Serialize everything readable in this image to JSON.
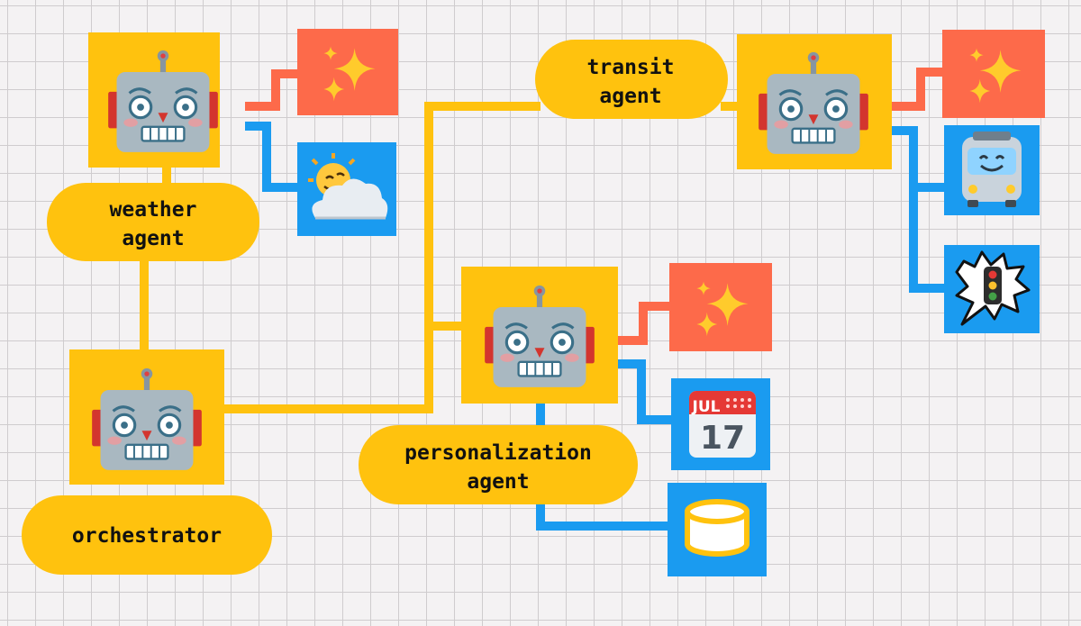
{
  "colors": {
    "agent": "#ffc20e",
    "tool_blue": "#1a9bf0",
    "tool_red": "#fd6a4a",
    "text": "#111111",
    "robot_face": "#a9b8c1",
    "robot_ears": "#d3352e"
  },
  "labels": {
    "weather_agent": [
      "weather",
      "agent"
    ],
    "transit_agent": [
      "transit",
      "agent"
    ],
    "personalization_agent": [
      "personalization",
      "agent"
    ],
    "orchestrator": [
      "orchestrator"
    ]
  },
  "calendar": {
    "month": "JUL",
    "day": "17"
  },
  "icons": {
    "agents": "robot-icon",
    "llm": "sparkles-icon",
    "weather": "sun-behind-cloud-icon",
    "transit": "bus-icon",
    "traffic": "traffic-light-icon",
    "calendar": "calendar-icon",
    "database": "database-icon"
  }
}
